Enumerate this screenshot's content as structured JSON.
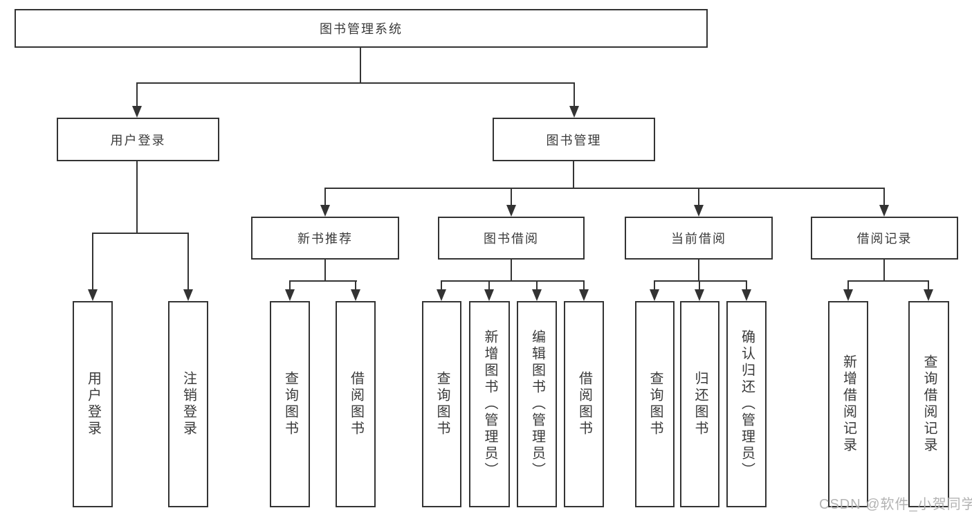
{
  "nodes": {
    "root": {
      "label": "图书管理系统"
    },
    "user_login": {
      "label": "用户登录",
      "children": [
        {
          "label": "用户登录"
        },
        {
          "label": "注销登录"
        }
      ]
    },
    "book_management": {
      "label": "图书管理",
      "sections": [
        {
          "label": "新书推荐",
          "children": [
            {
              "label": "查询图书"
            },
            {
              "label": "借阅图书"
            }
          ]
        },
        {
          "label": "图书借阅",
          "children": [
            {
              "label": "查询图书"
            },
            {
              "label": "新增图书（管理员）"
            },
            {
              "label": "编辑图书（管理员）"
            },
            {
              "label": "借阅图书"
            }
          ]
        },
        {
          "label": "当前借阅",
          "children": [
            {
              "label": "查询图书"
            },
            {
              "label": "归还图书"
            },
            {
              "label": "确认归还（管理员）"
            }
          ]
        },
        {
          "label": "借阅记录",
          "children": [
            {
              "label": "新增借阅记录"
            },
            {
              "label": "查询借阅记录"
            }
          ]
        }
      ]
    }
  },
  "watermark": {
    "text": "CSDN @软件_小贺同学"
  },
  "colors": {
    "line": "#333333",
    "text": "#3a3a3a",
    "background": "#ffffff",
    "watermark": "#b3b3b3"
  }
}
